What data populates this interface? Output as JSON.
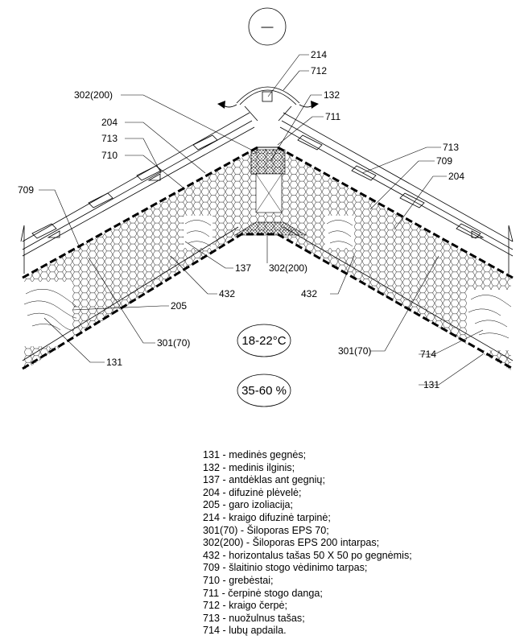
{
  "sign_symbol": "—",
  "labels": {
    "l214": "214",
    "l712": "712",
    "l302a": "302(200)",
    "l132": "132",
    "l204a": "204",
    "l711": "711",
    "l713a": "713",
    "l713b": "713",
    "l710": "710",
    "l709a": "709",
    "l709b": "709",
    "l204b": "204",
    "l137": "137",
    "l302b": "302(200)",
    "l432a": "432",
    "l432b": "432",
    "l205": "205",
    "l301a": "301(70)",
    "l301b": "301(70)",
    "l131a": "131",
    "l131b": "131",
    "l714": "714"
  },
  "temperature": "18-22°C",
  "humidity": "35-60 %",
  "legend": [
    "131 - medinės gegnės;",
    "132 - medinis ilginis;",
    "137 - antdėklas ant gegnių;",
    "204 - difuzinė plėvelė;",
    "205 - garo izoliacija;",
    "214 - kraigo difuzinė tarpinė;",
    "301(70) - Šiloporas EPS 70;",
    "302(200) - Šiloporas EPS 200 intarpas;",
    "432 - horizontalus tašas 50 X 50 po gegnėmis;",
    "709 - šlaitinio stogo vėdinimo tarpas;",
    "710 - grebėstai;",
    "711 - čerpinė stogo danga;",
    "712 - kraigo čerpė;",
    "713 - nuožulnus tašas;",
    "714 - lubų apdaila."
  ],
  "colors": {
    "ink": "#000000",
    "background": "#ffffff"
  }
}
